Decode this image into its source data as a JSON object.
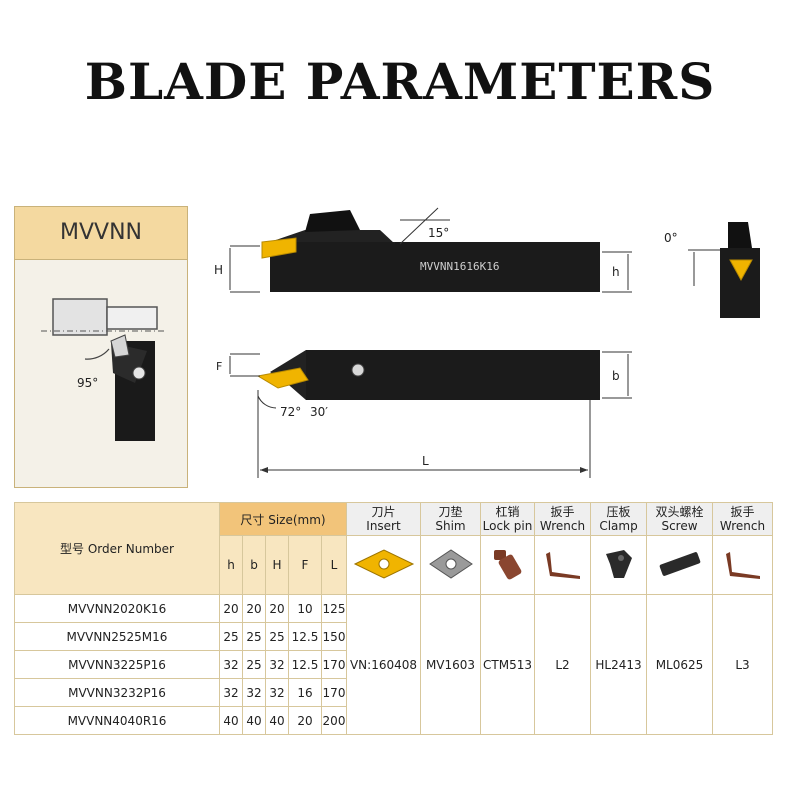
{
  "title": "BLADE PARAMETERS",
  "model": {
    "name": "MVVNN",
    "angle_label": "95°"
  },
  "diagram": {
    "shank_text": "MVVNN1616K16",
    "angle_top": "15°",
    "angle_side": "0°",
    "angle_bottom": "72°",
    "angle_bottom2": "30′",
    "dim_H": "H",
    "dim_h": "h",
    "dim_F": "F",
    "dim_b": "b",
    "dim_L": "L"
  },
  "table": {
    "order_number_label": "型号 Order Number",
    "size_label": "尺寸 Size(mm)",
    "size_columns": [
      "h",
      "b",
      "H",
      "F",
      "L"
    ],
    "accessories": [
      {
        "cn": "刀片",
        "en": "Insert",
        "value": "VN:160408",
        "icon": "insert-icon"
      },
      {
        "cn": "刀垫",
        "en": "Shim",
        "value": "MV1603",
        "icon": "shim-icon"
      },
      {
        "cn": "杠销",
        "en": "Lock pin",
        "value": "CTM513",
        "icon": "lock-pin-icon"
      },
      {
        "cn": "扳手",
        "en": "Wrench",
        "value": "L2",
        "icon": "wrench-icon"
      },
      {
        "cn": "压板",
        "en": "Clamp",
        "value": "HL2413",
        "icon": "clamp-icon"
      },
      {
        "cn": "双头螺栓",
        "en": "Screw",
        "value": "ML0625",
        "icon": "screw-icon"
      },
      {
        "cn": "扳手",
        "en": "Wrench",
        "value": "L3",
        "icon": "wrench-icon"
      }
    ],
    "rows": [
      {
        "order": "MVVNN2020K16",
        "h": "20",
        "b": "20",
        "H": "20",
        "F": "10",
        "L": "125"
      },
      {
        "order": "MVVNN2525M16",
        "h": "25",
        "b": "25",
        "H": "25",
        "F": "12.5",
        "L": "150"
      },
      {
        "order": "MVVNN3225P16",
        "h": "32",
        "b": "25",
        "H": "32",
        "F": "12.5",
        "L": "170"
      },
      {
        "order": "MVVNN3232P16",
        "h": "32",
        "b": "32",
        "H": "32",
        "F": "16",
        "L": "170"
      },
      {
        "order": "MVVNN4040R16",
        "h": "40",
        "b": "40",
        "H": "40",
        "F": "20",
        "L": "200"
      }
    ]
  }
}
